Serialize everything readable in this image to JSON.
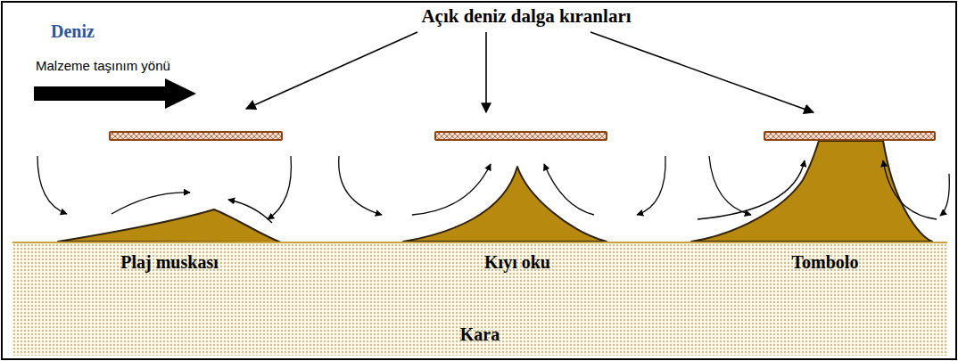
{
  "diagram": {
    "nodes": [
      {
        "text": [
          "Kara"
        ]
      }
    ],
    "labels": [
      "Deniz",
      "Açık deniz dalga kıranları",
      "Malzeme taşınım yönü",
      "Plaj muskası",
      "Kıyı oku",
      "Tombolo"
    ]
  }
}
